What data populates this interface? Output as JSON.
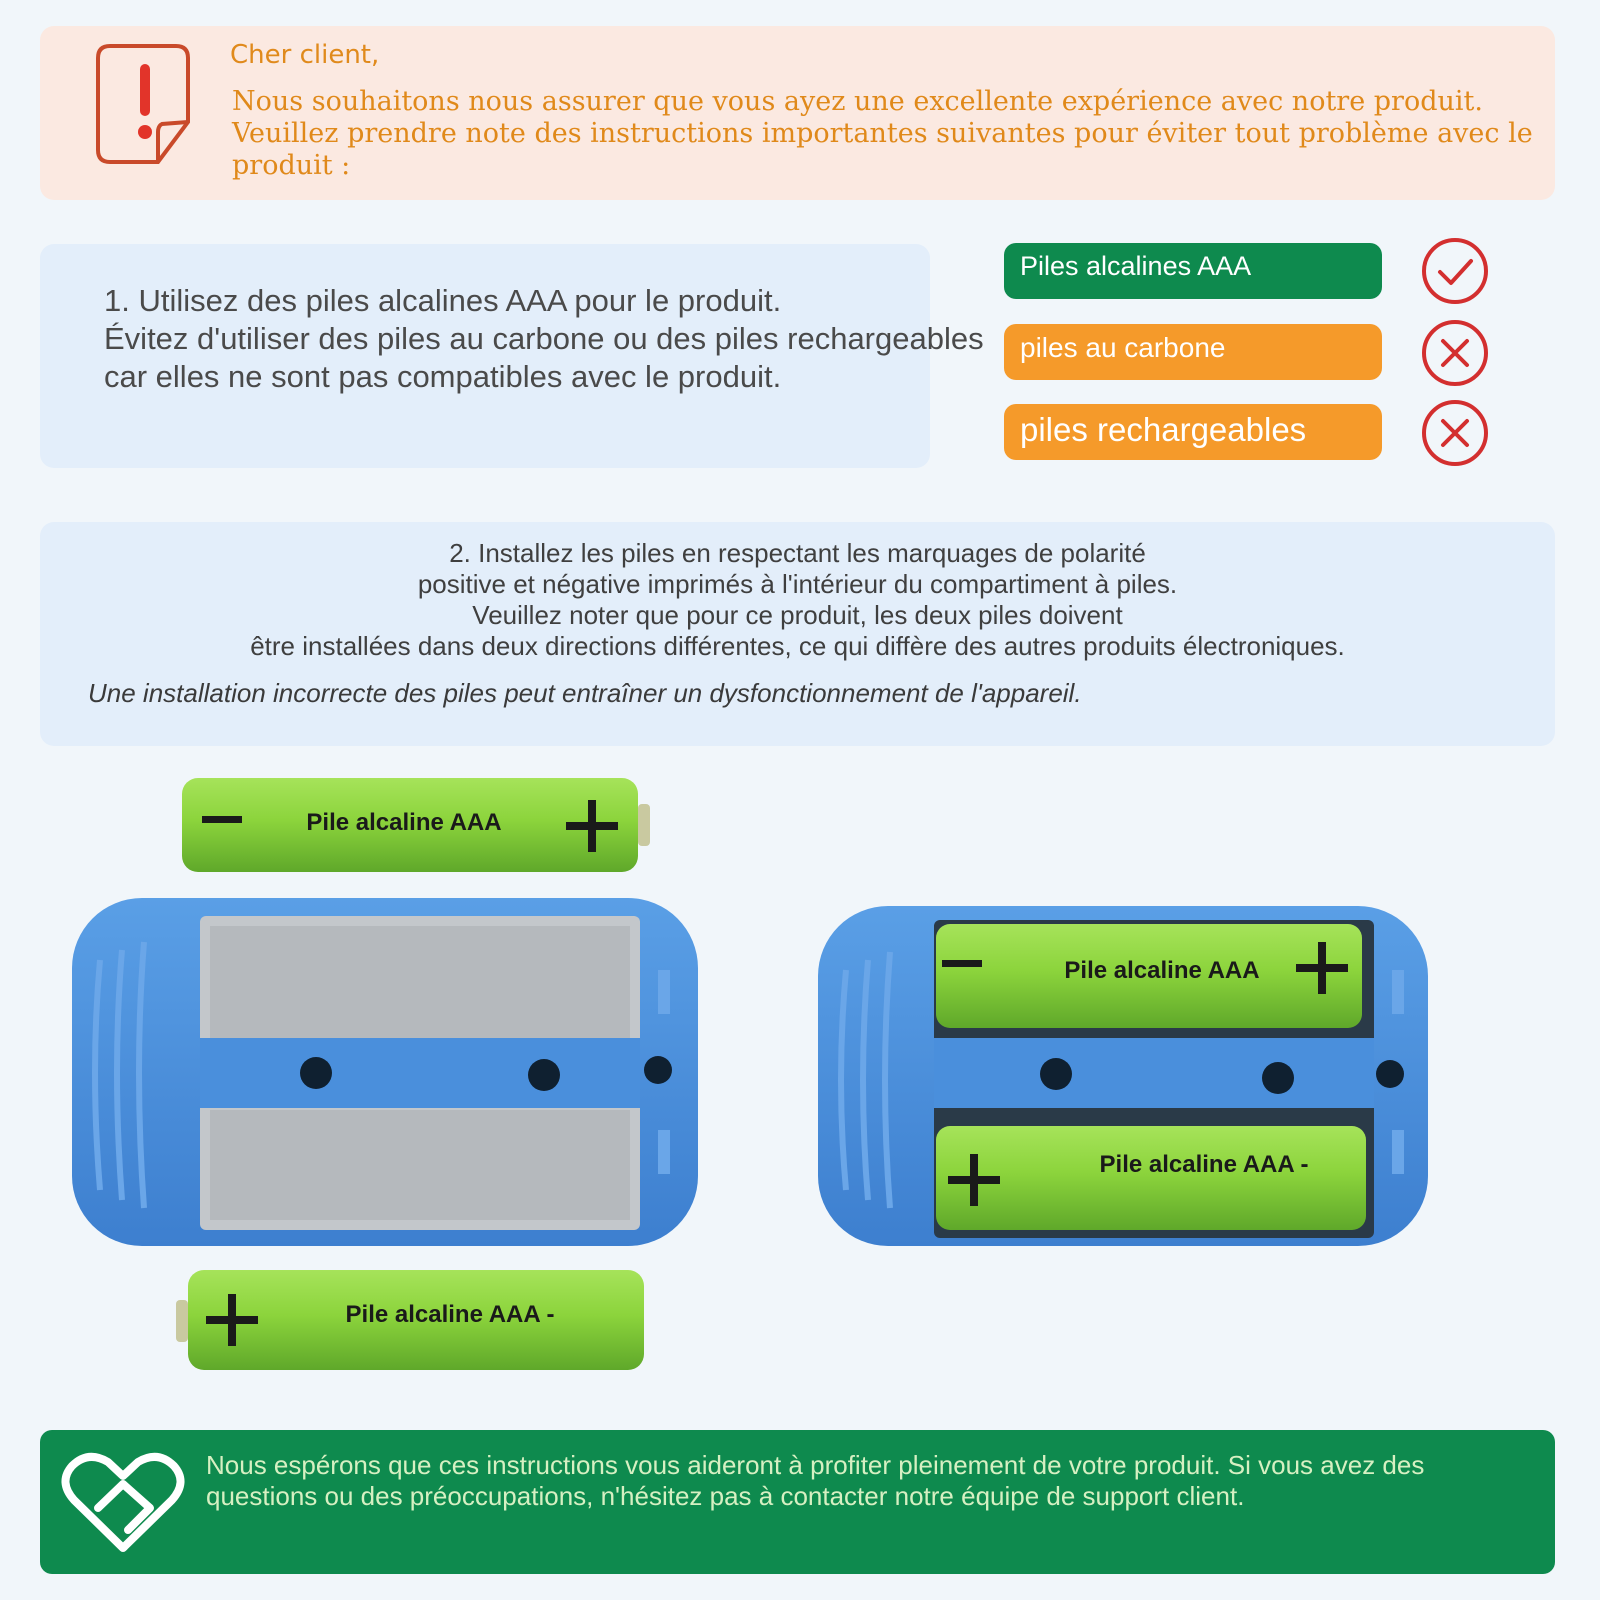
{
  "warning": {
    "greeting": "Cher client,",
    "text": "Nous souhaitons nous assurer que vous ayez une excellente expérience avec notre produit. Veuillez prendre note des instructions importantes suivantes pour éviter tout problème avec le produit :",
    "icon": "exclamation-note-icon"
  },
  "step1": {
    "line1": "1. Utilisez des piles alcalines AAA pour le produit.",
    "line2": "Évitez d'utiliser des piles au carbone ou des piles rechargeables car elles ne sont pas compatibles avec le produit.",
    "options": [
      {
        "label": "Piles alcalines AAA",
        "status": "ok",
        "color": "#0e8a4e"
      },
      {
        "label": "piles au carbone",
        "status": "bad",
        "color": "#f59a2a"
      },
      {
        "label": "piles rechargeables",
        "status": "bad",
        "color": "#f59a2a"
      }
    ]
  },
  "step2": {
    "lines": [
      "2. Installez les piles en respectant les marquages de polarité",
      "positive et négative imprimés à l'intérieur du compartiment à piles.",
      "Veuillez noter que pour ce produit, les deux piles doivent",
      "être installées dans deux directions différentes, ce qui diffère des autres produits électroniques."
    ],
    "warning": "Une installation incorrecte des piles peut entraîner un dysfonctionnement de l'appareil."
  },
  "illustration": {
    "battery_top_label": "Pile alcaline AAA",
    "battery_bottom_label": "Pile alcaline AAA -",
    "installed_top_label": "Pile alcaline AAA",
    "installed_bottom_label": "Pile alcaline AAA -"
  },
  "footer": {
    "text": "Nous espérons que ces instructions vous aideront à profiter pleinement de votre produit. Si vous avez des questions ou des préoccupations, n'hésitez pas à contacter notre équipe de support client.",
    "icon": "heart-icon"
  },
  "colors": {
    "accent_orange": "#e0891a",
    "brand_green": "#0e8a4e",
    "error_red": "#d32f2f",
    "battery_green": "#8cd43c",
    "case_blue": "#4a8fdc"
  }
}
